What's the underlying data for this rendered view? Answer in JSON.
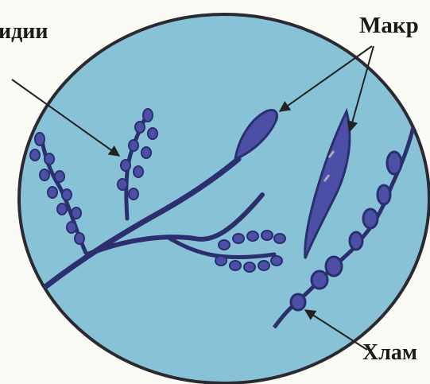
{
  "labels": {
    "top_left": "идии",
    "top_right": "Макр",
    "bottom_right": "Хлам"
  },
  "colors": {
    "field": "#88c2d7",
    "field_edge": "#2a2a30",
    "hypha": "#2b2f6e",
    "spore": "#4c4fa6",
    "arrow": "#222222",
    "background": "#fbfbf6"
  }
}
